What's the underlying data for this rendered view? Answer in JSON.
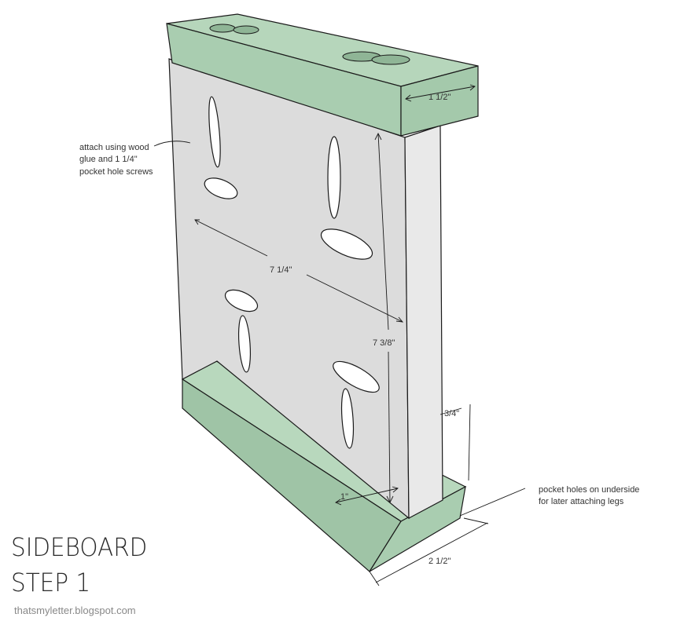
{
  "title_line1": "SIDEBOARD",
  "title_line2": "STEP 1",
  "credit": "thatsmyletter.blogspot.com",
  "notes": {
    "screws_line1": "attach using wood",
    "screws_line2": "glue and 1 1/4\"",
    "screws_line3": "pocket hole screws",
    "underside_line1": "pocket holes on underside",
    "underside_line2": "for later attaching legs"
  },
  "dimensions": {
    "top_depth": "1 1/2\"",
    "panel_width": "7 1/4\"",
    "panel_height": "7 3/8\"",
    "panel_thickness": "3/4\"",
    "inset": "1\"",
    "bottom_depth": "2 1/2\""
  },
  "colors": {
    "wood_green": "#a9cdb0",
    "wood_green_dark": "#8fb596",
    "panel_gray": "#dcdcdc",
    "panel_edge": "#e8e8e8",
    "outline": "#1a1a1a"
  }
}
